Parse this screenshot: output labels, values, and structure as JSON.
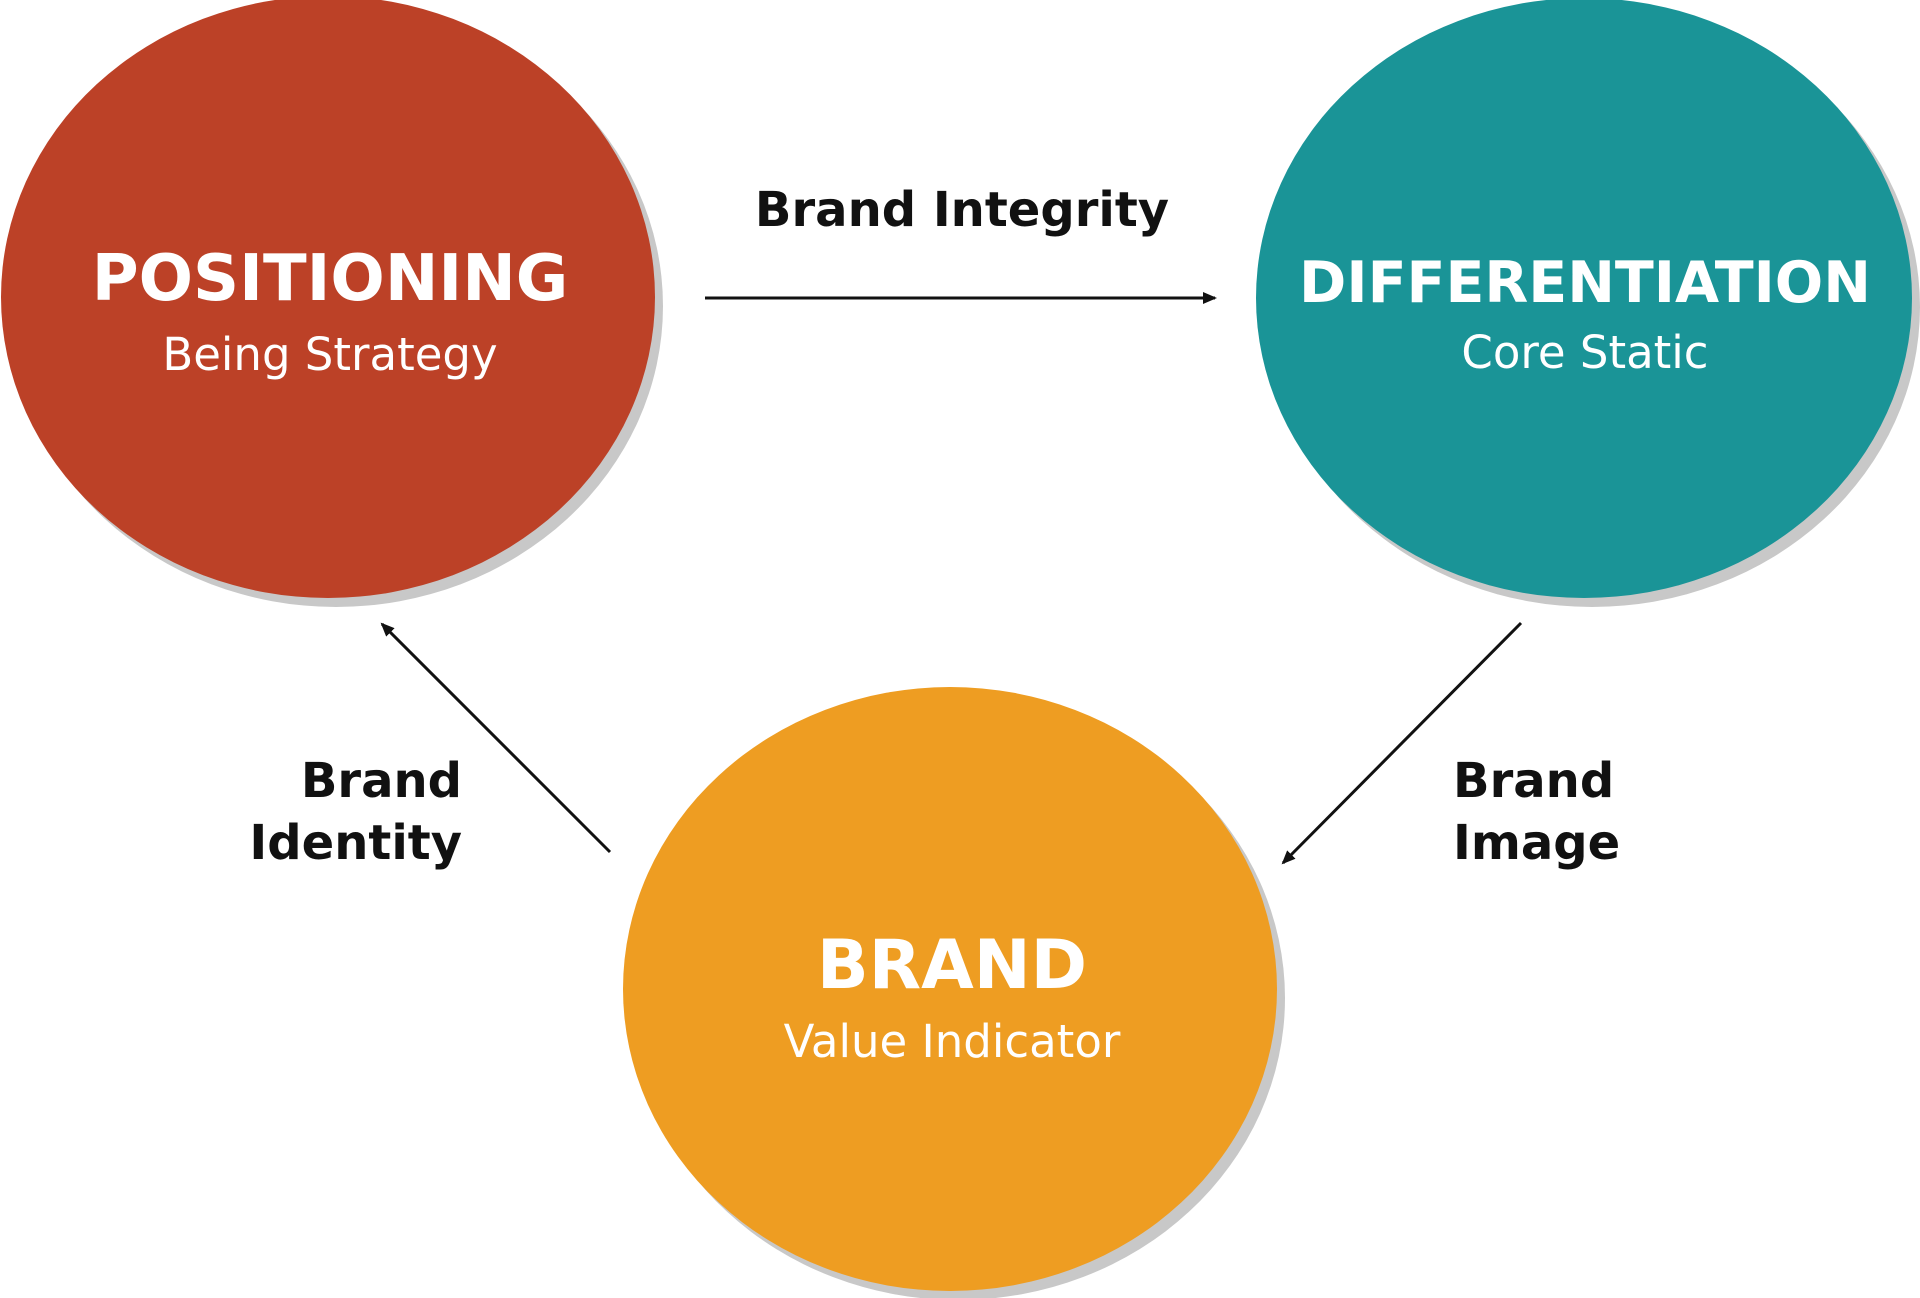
{
  "nodes": {
    "positioning": {
      "title": "POSITIONING",
      "subtitle": "Being Strategy",
      "color": "#BC4127"
    },
    "differentiation": {
      "title": "DIFFERENTIATION",
      "subtitle": "Core Static",
      "color": "#1A9497"
    },
    "brand": {
      "title": "BRAND",
      "subtitle": "Value Indicator",
      "color": "#EE9D22"
    }
  },
  "edges": {
    "integrity": {
      "label": "Brand Integrity"
    },
    "image": {
      "label_line1": "Brand",
      "label_line2": "Image"
    },
    "identity": {
      "label_line1": "Brand",
      "label_line2": "Identity"
    }
  },
  "colors": {
    "shadow": "#C8C8C8",
    "arrow": "#111111",
    "node_text": "#FFFFFF",
    "edge_text": "#111111"
  }
}
